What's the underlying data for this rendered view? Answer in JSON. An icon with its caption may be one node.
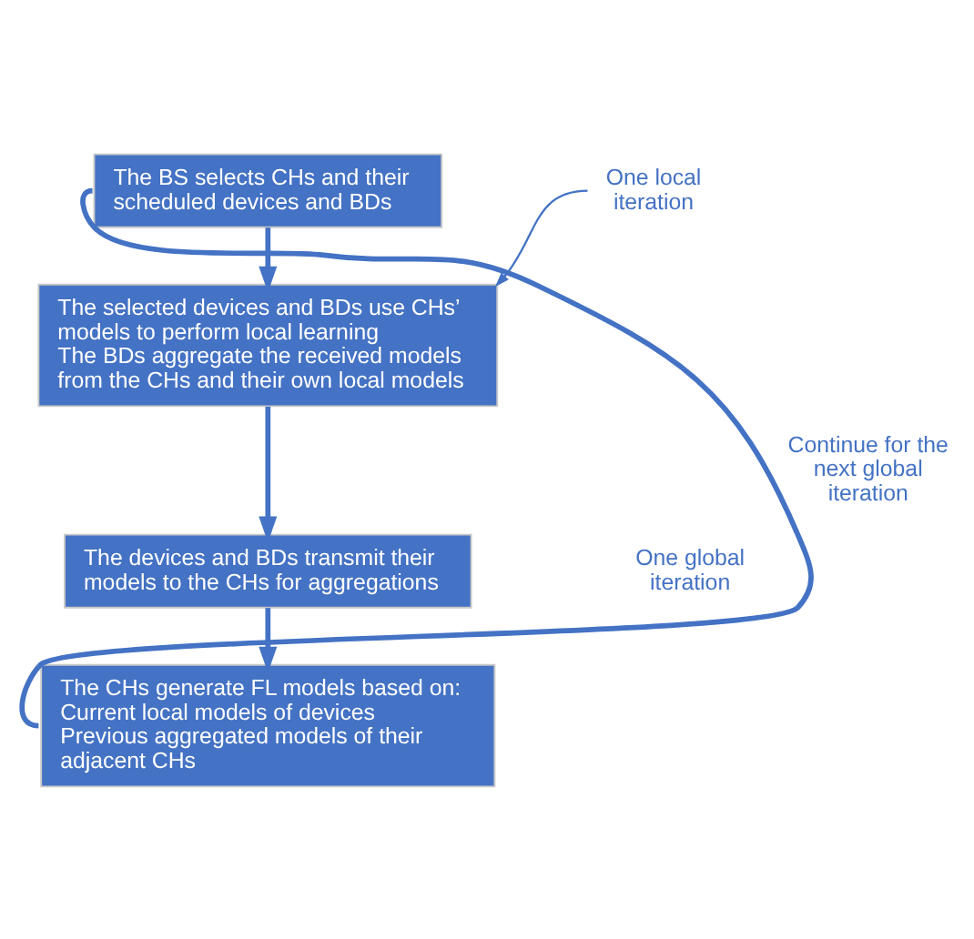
{
  "diagram": {
    "nodes": [
      {
        "text": [
          "The BS selects CHs and their scheduled devices and BDs"
        ]
      },
      {
        "text": [
          "The selected devices and BDs use CHs’ models to perform local learning",
          "The BDs aggregate the received models from the CHs and their own local models"
        ]
      },
      {
        "text": [
          "The devices and BDs transmit their models to the CHs for aggregations"
        ]
      },
      {
        "text": [
          "The CHs generate FL models based on:",
          "Current local models of devices",
          "Previous aggregated models of their adjacent CHs"
        ]
      },
      {
        "text": [
          "One local iteration"
        ]
      }
    ],
    "edges": [
      {
        "from": 0,
        "to": 1,
        "arrow": "to"
      },
      {
        "from": 1,
        "to": 2,
        "arrow": "to"
      },
      {
        "from": 2,
        "to": 3,
        "arrow": "to"
      },
      {
        "from": 3,
        "to": 0,
        "arrow": "none",
        "label": "Continue for the next global iteration"
      },
      {
        "from": 4,
        "to": 1,
        "arrow": "to"
      }
    ],
    "labels": [
      "One global iteration"
    ]
  }
}
